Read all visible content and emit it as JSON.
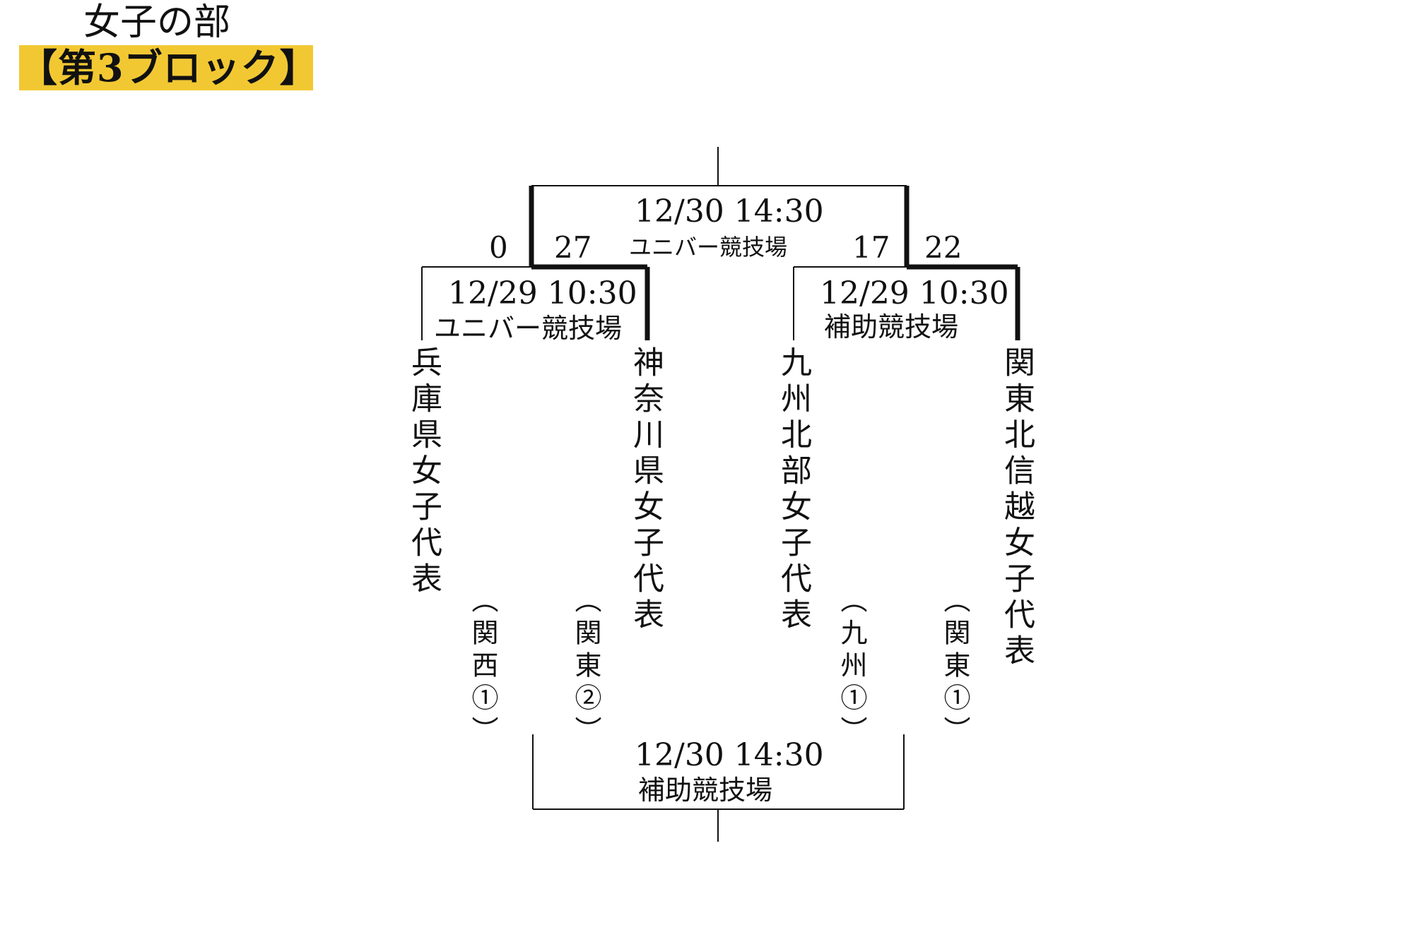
{
  "header": {
    "division": "女子の部",
    "block": "【第3ブロック】"
  },
  "final": {
    "datetime": "12/30 14:30",
    "venue": "ユニバー競技場"
  },
  "semi_left": {
    "datetime": "12/29 10:30",
    "venue": "ユニバー競技場",
    "score_left": "0",
    "score_right": "27"
  },
  "semi_right": {
    "datetime": "12/29 10:30",
    "venue": "補助競技場",
    "score_left": "17",
    "score_right": "22"
  },
  "third_place": {
    "datetime": "12/30 14:30",
    "venue": "補助競技場"
  },
  "teams": [
    {
      "name": "兵庫県女子代表",
      "region": "（関西①）"
    },
    {
      "name": "神奈川県女子代表",
      "region": "（関東②）"
    },
    {
      "name": "九州北部女子代表",
      "region": "（九州①）"
    },
    {
      "name": "関東北信越女子代表",
      "region": "（関東①）"
    }
  ],
  "colors": {
    "badge": "#f2c832",
    "line": "#111111"
  }
}
